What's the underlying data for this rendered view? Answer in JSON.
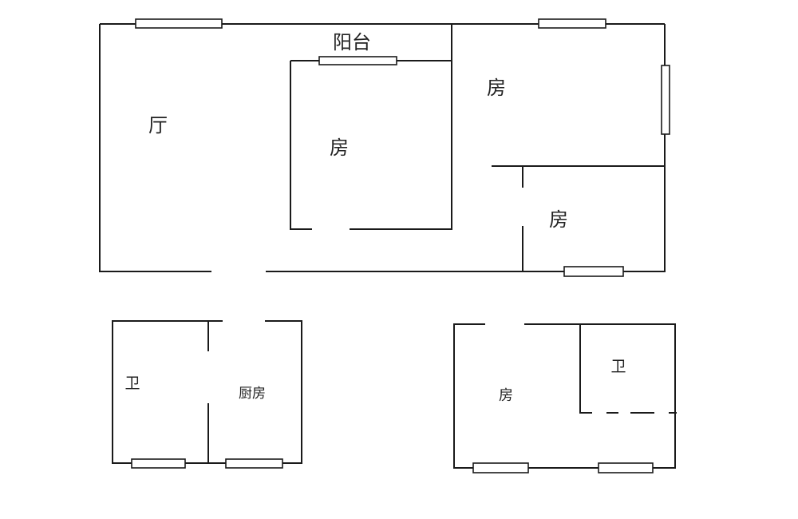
{
  "labels": {
    "living_room": "厅",
    "balcony": "阳台",
    "bedroom_center": "房",
    "bedroom_top_right": "房",
    "bedroom_small": "房",
    "bathroom_left": "卫",
    "kitchen": "厨房",
    "bedroom_bottom_right": "房",
    "bathroom_right": "卫"
  },
  "colors": {
    "wall": "#1a1a1a",
    "background": "#ffffff"
  }
}
